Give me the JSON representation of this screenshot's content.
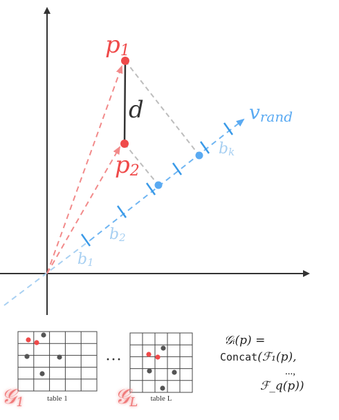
{
  "colors": {
    "red": "#ef4a4a",
    "red_dashed": "#f28a8a",
    "blue": "#5aaaf2",
    "blue_light": "#a8d0f2",
    "blue_tick": "#3a9ae8",
    "gray_dashed": "#bdbdbd",
    "axis": "#333333",
    "cell_gray": "#555555"
  },
  "labels": {
    "p1": {
      "base": "p",
      "sub": "1"
    },
    "p2": {
      "base": "p",
      "sub": "2"
    },
    "d": "d",
    "v_rand": {
      "base": "v",
      "sub": "rand"
    },
    "b1": {
      "base": "b",
      "sub": "1"
    },
    "b2": {
      "base": "b",
      "sub": "2"
    },
    "bk": {
      "base": "b",
      "sub": "k"
    }
  },
  "tables": {
    "table_1": {
      "caption": "table 1",
      "symbol": "𝒢",
      "symbol_sub": "1"
    },
    "table_L": {
      "caption": "table L",
      "symbol": "𝒢",
      "symbol_sub": "L"
    },
    "ellipsis": "···"
  },
  "formula": {
    "line1": "𝒢ᵢ(p) =",
    "line2_mono": "Concat",
    "line2_rest": "(ℱ₁(p),",
    "line3": "...,",
    "line4": "ℱ_q(p))"
  }
}
